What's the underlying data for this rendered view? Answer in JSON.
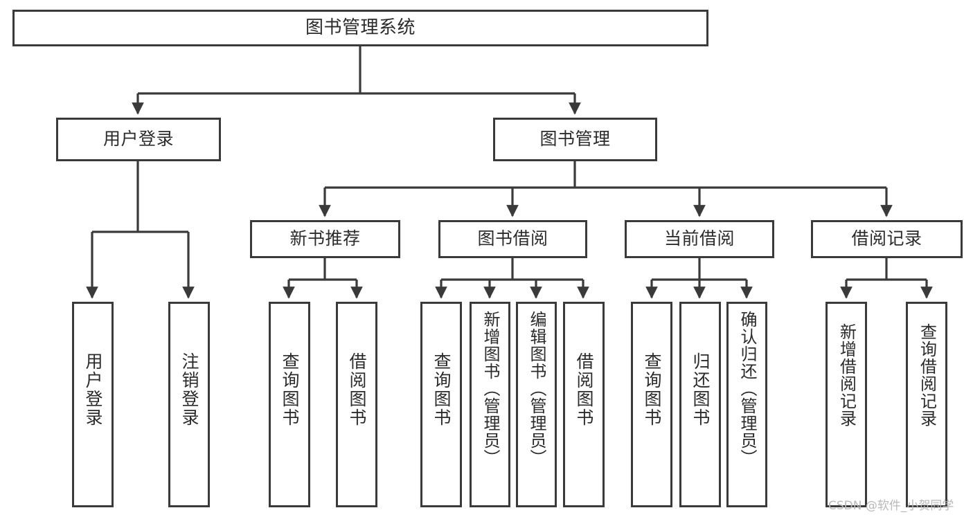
{
  "diagram": {
    "type": "tree-hierarchy-chart",
    "title": "图书管理系统",
    "stroke_color": "#3a3a3a",
    "fill_color": "#ffffff",
    "text_color": "#2b2b2b",
    "nodes": {
      "root": {
        "label": "图书管理系统"
      },
      "level2": [
        {
          "id": "user-login",
          "label": "用户登录"
        },
        {
          "id": "book-manage",
          "label": "图书管理"
        }
      ],
      "level3": [
        {
          "id": "new-book-rec",
          "label": "新书推荐"
        },
        {
          "id": "book-borrow",
          "label": "图书借阅"
        },
        {
          "id": "current-borrow",
          "label": "当前借阅"
        },
        {
          "id": "borrow-record",
          "label": "借阅记录"
        }
      ],
      "leaves": {
        "user-login": [
          {
            "id": "leaf-user-login",
            "label": "用户登录"
          },
          {
            "id": "leaf-logout",
            "label": "注销登录"
          }
        ],
        "new-book-rec": [
          {
            "id": "leaf-query-book-1",
            "label": "查询图书"
          },
          {
            "id": "leaf-borrow-book-1",
            "label": "借阅图书"
          }
        ],
        "book-borrow": [
          {
            "id": "leaf-query-book-2",
            "label": "查询图书"
          },
          {
            "id": "leaf-add-book",
            "label": "新增图书（管理员）"
          },
          {
            "id": "leaf-edit-book",
            "label": "编辑图书（管理员）"
          },
          {
            "id": "leaf-borrow-book-2",
            "label": "借阅图书"
          }
        ],
        "current-borrow": [
          {
            "id": "leaf-query-book-3",
            "label": "查询图书"
          },
          {
            "id": "leaf-return-book",
            "label": "归还图书"
          },
          {
            "id": "leaf-confirm-return",
            "label": "确认归还（管理员）"
          }
        ],
        "borrow-record": [
          {
            "id": "leaf-add-record",
            "label": "新增借阅记录"
          },
          {
            "id": "leaf-query-record",
            "label": "查询借阅记录"
          }
        ]
      }
    }
  },
  "watermark": {
    "text": "CSDN @软件_小贺同学",
    "color": "#b9b9b9"
  }
}
